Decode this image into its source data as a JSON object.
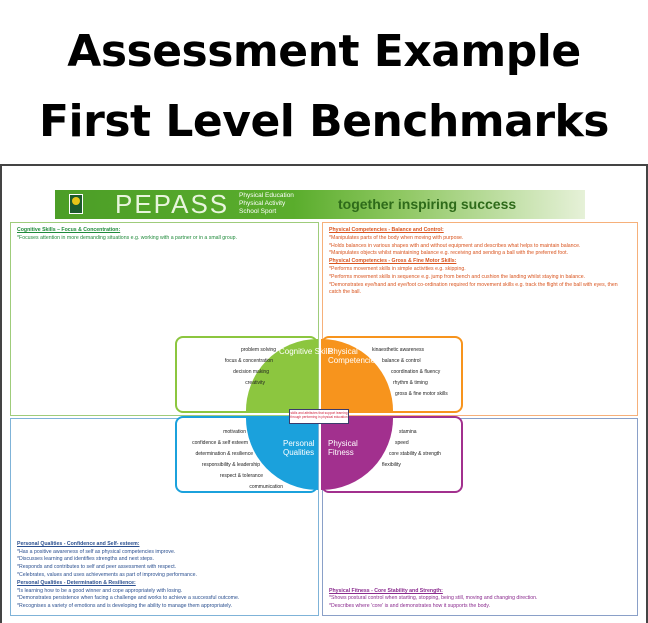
{
  "title": {
    "line1": "Assessment Example",
    "line2": "First Level Benchmarks"
  },
  "banner": {
    "brand": "PEPASS",
    "sub": [
      "Physical Education",
      "Physical Activity",
      "School Sport"
    ],
    "tagline": "together inspiring success"
  },
  "cognitive": {
    "heading": "Cognitive Skills – Focus & Concentration:",
    "items": [
      "*Focuses attention in more demanding situations e.g. working with a partner or in a small group."
    ]
  },
  "physical_competencies": {
    "heading1": "Physical Competencies - Balance and Control:",
    "items1": [
      "*Manipulates parts of the body when moving with purpose.",
      "*Holds balances in various shapes with and without equipment and describes what helps to maintain balance.",
      "*Manipulates objects whilst maintaining balance e.g. receiving and sending a ball with the preferred foot."
    ],
    "heading2": "Physical Competencies - Gross & Fine Motor Skills:",
    "items2": [
      "*Performs movement skills in simple activities e.g. skipping.",
      "*Performs movement skills in sequence e.g. jump from bench and cushion the landing whilst staying in balance.",
      "*Demonstrates eye/hand and eye/foot co-ordination required for movement skills e.g. track the flight of the ball with eyes, then catch the ball."
    ]
  },
  "personal_qualities": {
    "heading1": "Personal Qualities - Confidence and Self- esteem:",
    "items1": [
      "*Has a positive awareness of self as physical competencies improve.",
      "*Discusses learning and identifies strengths and next steps.",
      "*Responds and contributes to self and peer assessment with respect.",
      "*Celebrates, values and uses achievements as part of improving performance."
    ],
    "heading2": "Personal Qualities - Determination & Resilience:",
    "items2": [
      "*Is learning how to be a good winner and cope appropriately with losing.",
      "*Demonstrates persistence when facing a challenge and works to achieve a successful outcome.",
      "*Recognises a variety of emotions and is developing the ability to manage them appropriately."
    ]
  },
  "physical_fitness": {
    "heading": "Physical Fitness - Core Stability and Strength:",
    "items": [
      "*Shows postural control when starting, stopping, being still, moving and changing direction.",
      "*Describes where 'core' is and demonstrates how it supports the body."
    ]
  },
  "diagram": {
    "center": "skills and attributes that support learning through performing in physical education",
    "cognitive": {
      "title": "Cognitive Skills",
      "color": "#8cc63f",
      "labels": [
        "problem solving",
        "focus & concentration",
        "decision making",
        "creativity"
      ]
    },
    "competencies": {
      "title": "Physical Competencies",
      "color": "#f7941d",
      "labels": [
        "kinaesthetic awareness",
        "balance & control",
        "coordination & fluency",
        "rhythm & timing",
        "gross & fine motor skills"
      ]
    },
    "qualities": {
      "title": "Personal Qualities",
      "color": "#1ba1dc",
      "labels": [
        "motivation",
        "confidence & self esteem",
        "determination & resilience",
        "responsibility & leadership",
        "respect & tolerance",
        "communication"
      ]
    },
    "fitness": {
      "title": "Physical Fitness",
      "color": "#a2308e",
      "labels": [
        "stamina",
        "speed",
        "core stability & strength",
        "flexibility"
      ]
    }
  }
}
